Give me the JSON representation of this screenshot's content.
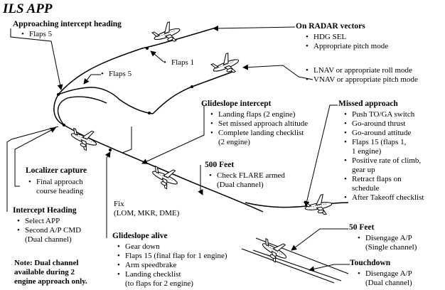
{
  "title": "ILS APP",
  "approaching_intercept": {
    "heading": "Approaching intercept heading",
    "items": [
      "Flaps 5"
    ]
  },
  "flaps5_mid": "Flaps 5",
  "flaps1": "Flaps 1",
  "radar_vectors": {
    "heading": "On RADAR vectors",
    "items": [
      "HDG SEL",
      "Appropriate pitch mode"
    ]
  },
  "lnav_vnav": {
    "items": [
      "LNAV or appropriate roll mode",
      "VNAV or appropriate pitch mode"
    ]
  },
  "glideslope_intercept": {
    "heading": "Glideslope intercept",
    "items": [
      "Landing flaps (2 engine)",
      "Set missed approach altitude",
      "Complete landing checklist\n(2 engine)"
    ]
  },
  "missed_approach": {
    "heading": "Missed approach",
    "items": [
      "Push TO/GA switch",
      "Go-around thrust",
      "Go-around attitude",
      "Flaps 15 (flaps 1,\n1 engine)",
      "Positive rate of climb,\ngear up",
      "Retract flaps on\nschedule",
      "After Takeoff checklist"
    ]
  },
  "localizer_capture": {
    "heading": "Localizer capture",
    "items": [
      "Final approach\ncourse heading"
    ]
  },
  "intercept_heading": {
    "heading": "Intercept Heading",
    "items": [
      "Select APP",
      "Second A/P CMD\n(Dual channel)"
    ]
  },
  "feet500": {
    "heading": "500 Feet",
    "items": [
      "Check FLARE armed\n(Dual channel)"
    ]
  },
  "fix": {
    "text": "Fix\n(LOM, MKR, DME)"
  },
  "glideslope_alive": {
    "heading": "Glideslope alive",
    "items": [
      "Gear down",
      "Flaps 15 (final flap for 1 engine)",
      "Arm speedbrake",
      "Landing checklist\n(to flaps for 2 engine)"
    ]
  },
  "feet50": {
    "heading": "50 Feet",
    "items": [
      "Disengage A/P\n(Single channel)"
    ]
  },
  "touchdown": {
    "heading": "Touchdown",
    "items": [
      "Disengage A/P\n(Dual channel)"
    ]
  },
  "note": "Note: Dual channel\navailable during 2\nengine approach only."
}
